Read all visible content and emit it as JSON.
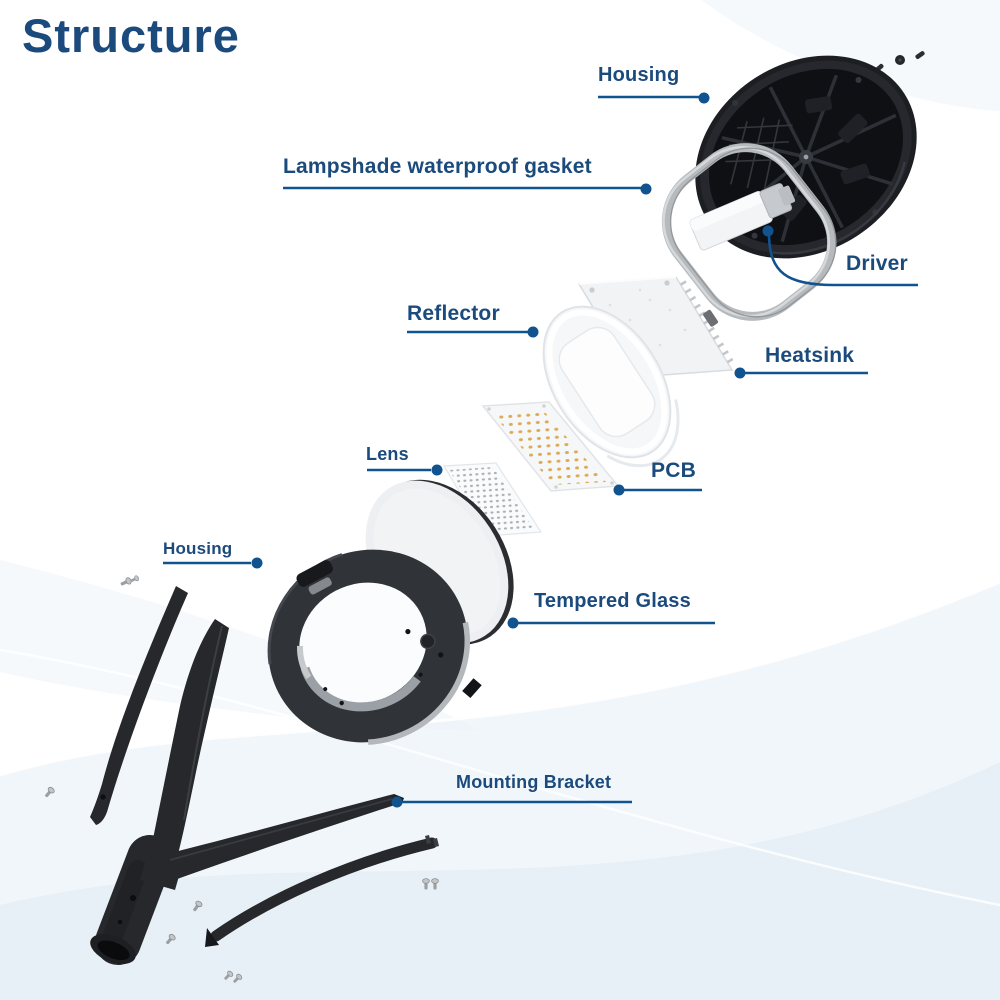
{
  "title": "Structure",
  "colors": {
    "title": "#1b4a7d",
    "label_text": "#1b4a7d",
    "leader_line": "#11538e",
    "led_dot": "#ddaa54",
    "part_dark": "#26282b",
    "background_wave": "#e9f1f7"
  },
  "labels": [
    {
      "id": "housing-top",
      "text": "Housing"
    },
    {
      "id": "lampshade-waterproof-gasket",
      "text": "Lampshade waterproof gasket"
    },
    {
      "id": "driver",
      "text": "Driver"
    },
    {
      "id": "reflector",
      "text": "Reflector"
    },
    {
      "id": "heatsink",
      "text": "Heatsink"
    },
    {
      "id": "lens",
      "text": "Lens"
    },
    {
      "id": "pcb",
      "text": "PCB"
    },
    {
      "id": "housing-bottom",
      "text": "Housing"
    },
    {
      "id": "tempered-glass",
      "text": "Tempered Glass"
    },
    {
      "id": "mounting-bracket",
      "text": "Mounting Bracket"
    }
  ]
}
